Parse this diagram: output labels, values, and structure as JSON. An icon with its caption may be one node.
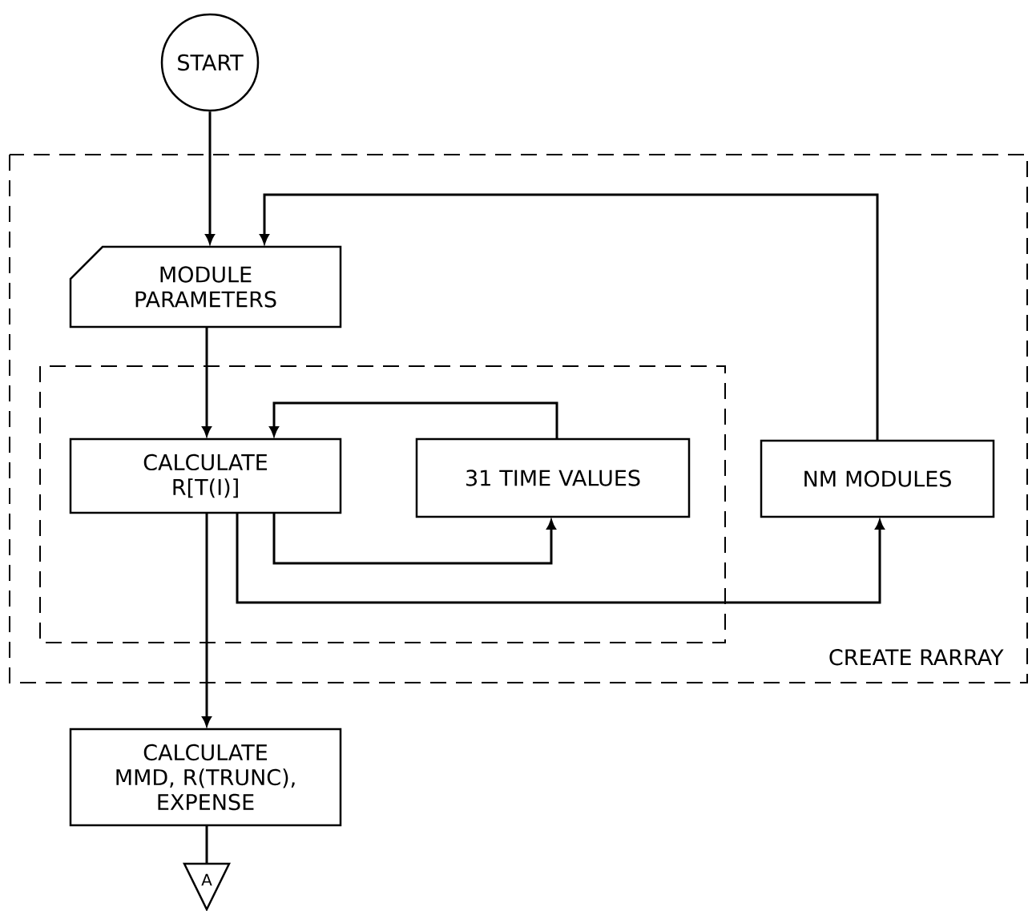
{
  "diagram": {
    "nodes": [
      {
        "text": [
          "START"
        ]
      },
      {
        "text": [
          "CREATE RARRAY"
        ]
      },
      {
        "text": [
          "MODULE PARAMETERS"
        ],
        "in": 1
      },
      {
        "text": [],
        "shape": "box",
        "in": 1
      },
      {
        "text": [
          "CALCULATE R[T(I)]"
        ],
        "in": 3
      },
      {
        "text": [
          "31 TIME VALUES"
        ],
        "in": 3
      },
      {
        "text": [
          "NM MODULES"
        ],
        "in": 1
      },
      {
        "text": [
          "CALCULATE MMD, R(TRUNC), EXPENSE"
        ]
      },
      {
        "text": [
          "A"
        ]
      }
    ],
    "edges": [
      {
        "from": 0,
        "to": 2,
        "arrow": "to"
      },
      {
        "from": 6,
        "to": 2,
        "arrow": "to"
      },
      {
        "from": 2,
        "to": 4,
        "arrow": "to"
      },
      {
        "from": 5,
        "to": 4,
        "arrow": "to"
      },
      {
        "from": 4,
        "to": 5,
        "arrow": "to"
      },
      {
        "from": 4,
        "to": 6,
        "arrow": "to"
      },
      {
        "from": 4,
        "to": 7,
        "arrow": "to"
      },
      {
        "from": 7,
        "to": 8,
        "arrow": "none"
      }
    ]
  }
}
